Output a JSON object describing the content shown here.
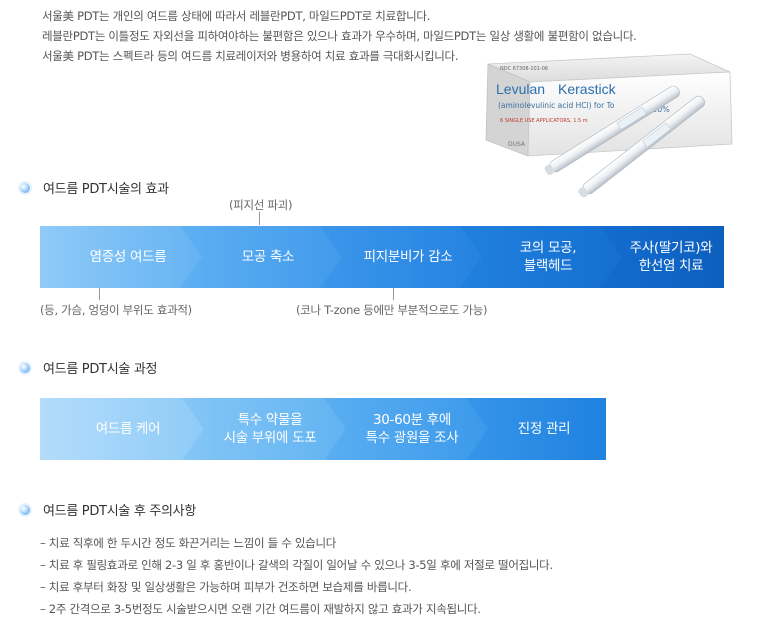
{
  "intro": [
    "서울美 PDT는 개인의 여드름 상태에 따라서 레블란PDT, 마일드PDT로 치료합니다.",
    "레블란PDT는 이틀정도 자외선을 피하여야하는 불편함은 있으나 효과가 우수하며, 마일드PDT는 일상 생활에 불편함이 없습니다.",
    "서울美 PDT는 스펙트라 등의 여드름 치료레이저와 병용하여 치료 효과를 극대화시킵니다."
  ],
  "product": {
    "ndc": "NDC 67308-101-06",
    "brand": "Levulan",
    "brand2": "Kerastick",
    "subtitle": "(aminolevulinic acid HCl) for To",
    "strength": "20%",
    "count_line": "6 SINGLE USE APPLICATORS, 1.5 m",
    "maker": "DUSA"
  },
  "section1": {
    "title": "여드름 PDT시술의 효과",
    "note_top": "(피지선 파괴)",
    "note_bottom_left": "(등, 가슴, 엉덩이 부위도 효과적)",
    "note_bottom_mid": "(코나 T-zone 등에만 부분적으로도 가능)",
    "steps": [
      {
        "lines": [
          "염증성 여드름"
        ]
      },
      {
        "lines": [
          "모공 축소"
        ]
      },
      {
        "lines": [
          "피지분비가 감소"
        ]
      },
      {
        "lines": [
          "코의 모공,",
          "블랙헤드"
        ]
      },
      {
        "lines": [
          "주사(딸기코)와",
          "한선염 치료"
        ]
      }
    ]
  },
  "section2": {
    "title": "여드름 PDT시술 과정",
    "steps": [
      {
        "lines": [
          "여드름 케어"
        ]
      },
      {
        "lines": [
          "특수 약물을",
          "시술 부위에 도포"
        ]
      },
      {
        "lines": [
          "30-60분 후에",
          "특수 광원을 조사"
        ]
      },
      {
        "lines": [
          "진정 관리"
        ]
      }
    ]
  },
  "section3": {
    "title": "여드름 PDT시술 후 주의사항",
    "items": [
      "– 치료 직후에 한 두시간 정도 화끈거리는 느낌이 들 수 있습니다",
      "– 치료 후 필링효과로 인해 2-3 일 후 홍반이나 갈색의 각질이 일어날 수 있으나 3-5일 후에 저절로 떨어집니다.",
      "– 치료 후부터 화장 및 일상생활은 가능하며 피부가 건조하면 보습제를 바릅니다.",
      "– 2주 간격으로 3-5번정도 시술받으시면 오랜 기간 여드름이 재발하지 않고 효과가 지속됩니다."
    ]
  }
}
